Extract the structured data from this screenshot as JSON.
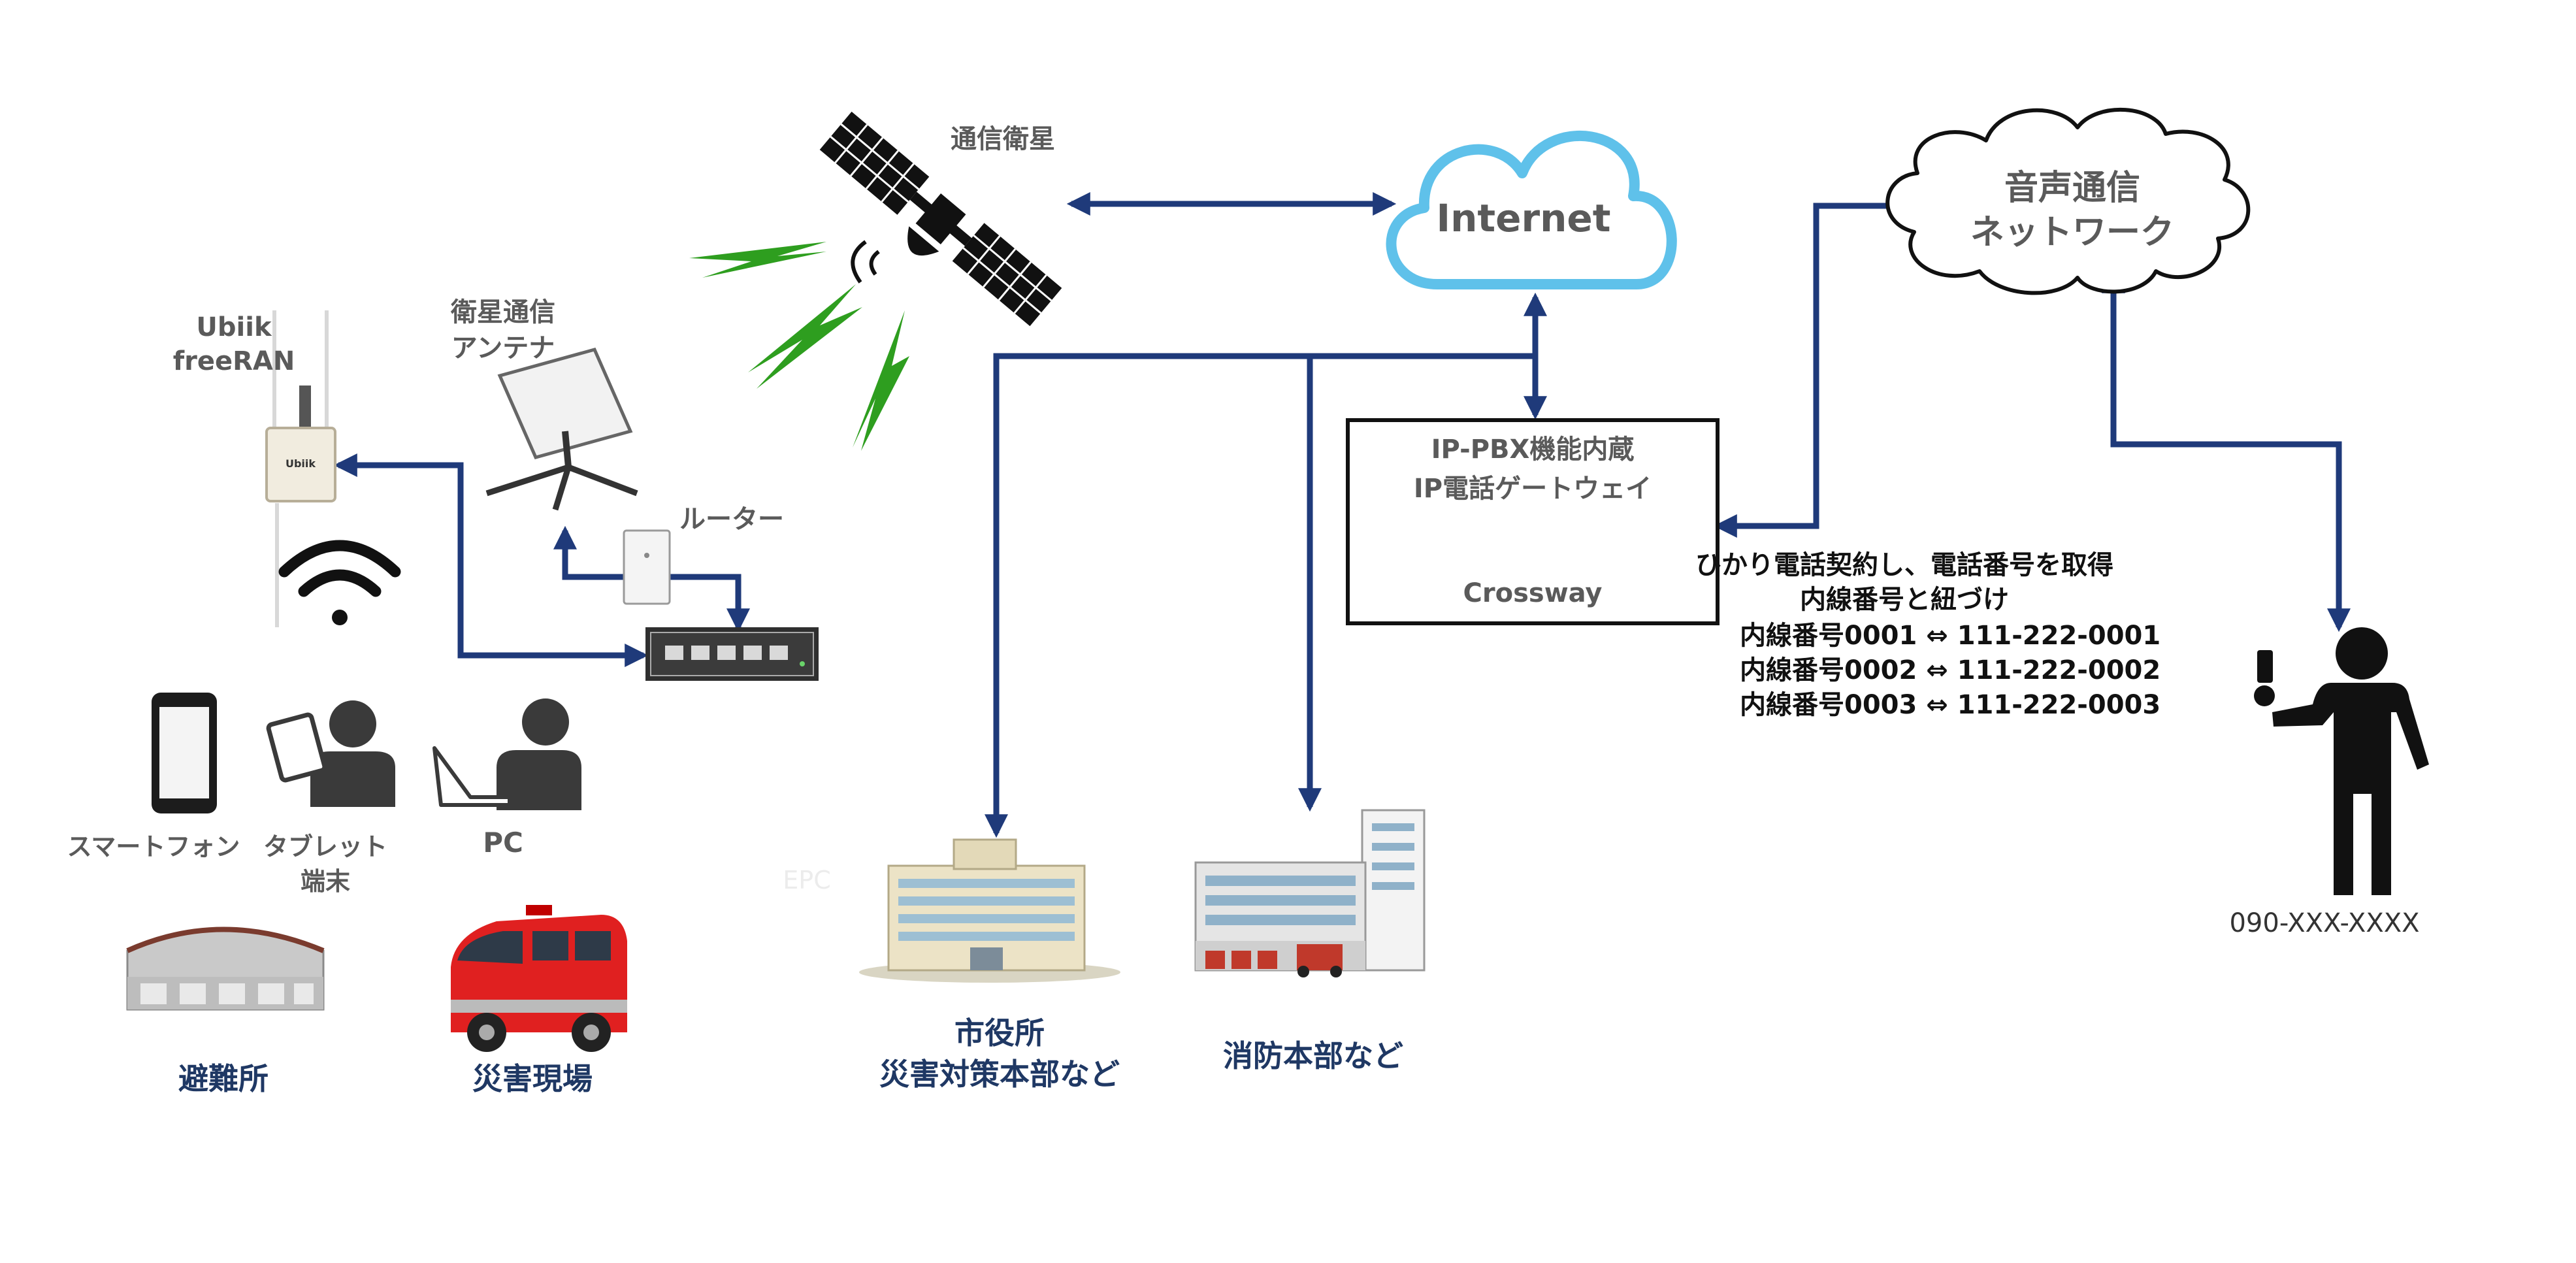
{
  "colors": {
    "arrow": "#1f3a7a",
    "cloud_internet": "#5fc1ea",
    "lightning": "#2e9e1f",
    "label_gray": "#5a5a5a",
    "label_navy": "#1f3864"
  },
  "satellite": {
    "label": "通信衛星",
    "icon": "satellite-icon"
  },
  "internet": {
    "label": "Internet",
    "icon": "cloud-icon"
  },
  "voice_network": {
    "line1": "音声通信",
    "line2": "ネットワーク",
    "icon": "cloud-icon"
  },
  "antenna": {
    "line1": "衛星通信",
    "line2": "アンテナ",
    "icon": "dish-antenna-icon"
  },
  "router": {
    "label": "ルーター",
    "icon": "router-icon"
  },
  "switch": {
    "icon": "network-switch-icon"
  },
  "ubiik": {
    "line1": "Ubiik",
    "line2": "freeRAN",
    "device_text": "Ubiik",
    "icon": "base-station-icon"
  },
  "wifi": {
    "icon": "wifi-icon"
  },
  "devices": {
    "smartphone": "スマートフォン",
    "tablet_line1": "タブレット",
    "tablet_line2": "端末",
    "pc": "PC",
    "faint_text": "EPC"
  },
  "shelter": {
    "label": "避難所",
    "icon": "building-icon"
  },
  "disaster_site": {
    "label": "災害現場",
    "icon": "fire-vehicle-icon"
  },
  "city_hall": {
    "line1": "市役所",
    "line2": "災害対策本部など",
    "icon": "city-hall-icon"
  },
  "fire_hq": {
    "label": "消防本部など",
    "icon": "fire-station-icon"
  },
  "gateway": {
    "line1": "IP-PBX機能内蔵",
    "line2": "IP電話ゲートウェイ",
    "product": "Crossway",
    "icon": "server-icon"
  },
  "hikari": {
    "line1": "ひかり電話契約し、電話番号を取得",
    "line2": "内線番号と紐づけ",
    "mappings": [
      "内線番号0001 ⇔ 111-222-0001",
      "内線番号0002 ⇔ 111-222-0002",
      "内線番号0003 ⇔ 111-222-0003"
    ]
  },
  "person": {
    "phone_number": "090-XXX-XXXX",
    "icon": "person-phone-icon"
  }
}
